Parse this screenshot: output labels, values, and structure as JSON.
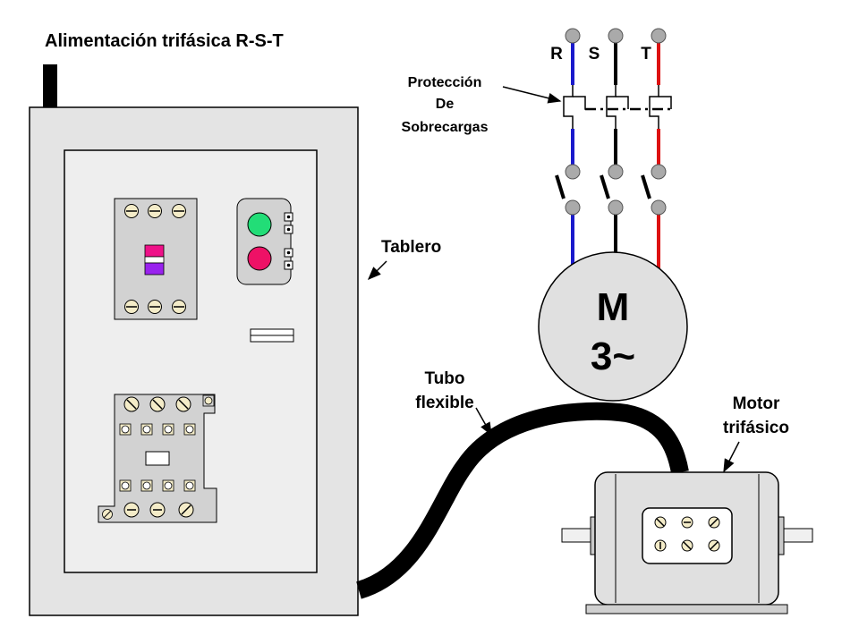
{
  "title": "Alimentación trifásica R-S-T",
  "phases": {
    "r": "R",
    "s": "S",
    "t": "T"
  },
  "protection_label": {
    "line1": "Protección",
    "line2": "De",
    "line3": "Sobrecargas"
  },
  "board_label": "Tablero",
  "conduit_label": {
    "line1": "Tubo",
    "line2": "flexible"
  },
  "motor_symbol": {
    "letter": "M",
    "type": "3~"
  },
  "motor_label": {
    "line1": "Motor",
    "line2": "trifásico"
  },
  "colors": {
    "phase_r": "#1a1acc",
    "phase_s": "#000000",
    "phase_t": "#dd1111",
    "cabinet": "#e4e4e4",
    "panel": "#eeeeee",
    "device": "#d2d2d2",
    "start_button": "#22dd77",
    "stop_button": "#ee1166",
    "motor_body": "#e0e0e0",
    "terminal": "#aaaaaa"
  },
  "icons": {
    "breaker": "circuit-breaker-icon",
    "pushbuttons": "start-stop-pushbutton-icon",
    "contactor": "contactor-icon",
    "motor": "three-phase-motor-icon"
  }
}
